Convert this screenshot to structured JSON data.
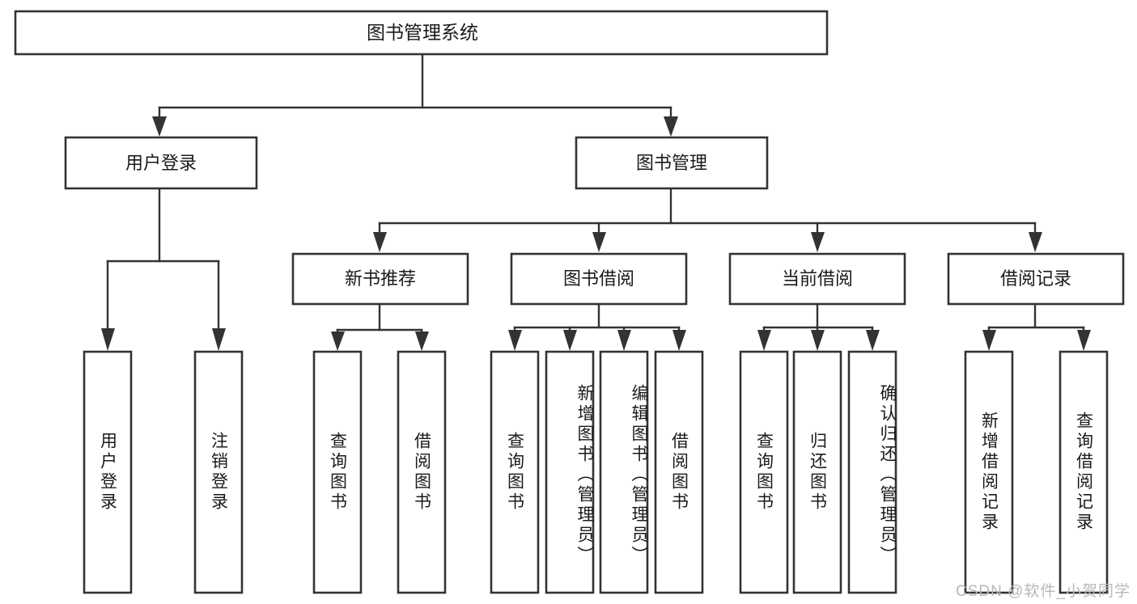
{
  "diagram": {
    "type": "tree-hierarchy",
    "title": "图书管理系统",
    "colors": {
      "box_stroke": "#333333",
      "box_fill": "#ffffff",
      "text": "#1a1a1a",
      "background": "#ffffff",
      "watermark": "#b8b8b8"
    },
    "root": {
      "label": "图书管理系统"
    },
    "level2": [
      {
        "label": "用户登录"
      },
      {
        "label": "图书管理"
      }
    ],
    "level3": [
      {
        "label": "新书推荐"
      },
      {
        "label": "图书借阅"
      },
      {
        "label": "当前借阅"
      },
      {
        "label": "借阅记录"
      }
    ],
    "leaves": {
      "user_login": [
        {
          "label": "用户登录"
        },
        {
          "label": "注销登录"
        }
      ],
      "new_book_recommend": [
        {
          "label": "查询图书"
        },
        {
          "label": "借阅图书"
        }
      ],
      "book_borrow": [
        {
          "label": "查询图书"
        },
        {
          "label": "新增图书（管理员）"
        },
        {
          "label": "编辑图书（管理员）"
        },
        {
          "label": "借阅图书"
        }
      ],
      "current_borrow": [
        {
          "label": "查询图书"
        },
        {
          "label": "归还图书"
        },
        {
          "label": "确认归还（管理员）"
        }
      ],
      "borrow_record": [
        {
          "label": "新增借阅记录"
        },
        {
          "label": "查询借阅记录"
        }
      ]
    },
    "watermark": "CSDN @软件_小贺同学"
  }
}
